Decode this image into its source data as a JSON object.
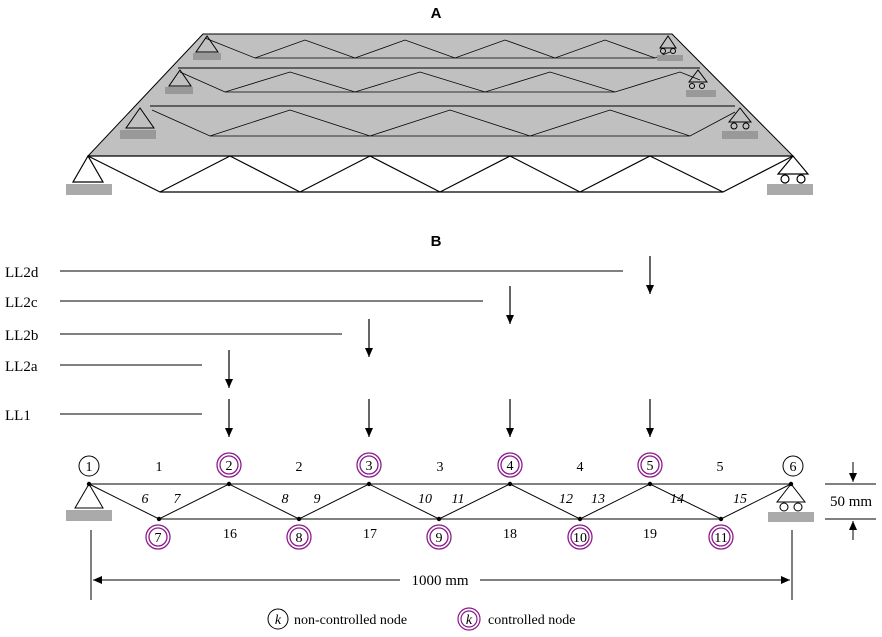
{
  "panels": {
    "a": "A",
    "b": "B"
  },
  "load_cases": [
    {
      "name": "LL2d",
      "nodes": [
        5
      ]
    },
    {
      "name": "LL2c",
      "nodes": [
        4
      ]
    },
    {
      "name": "LL2b",
      "nodes": [
        3
      ]
    },
    {
      "name": "LL2a",
      "nodes": [
        2
      ]
    },
    {
      "name": "LL1",
      "nodes": [
        2,
        3,
        4,
        5
      ]
    }
  ],
  "nodes": {
    "top": [
      {
        "id": "1",
        "controlled": false
      },
      {
        "id": "2",
        "controlled": true
      },
      {
        "id": "3",
        "controlled": true
      },
      {
        "id": "4",
        "controlled": true
      },
      {
        "id": "5",
        "controlled": true
      },
      {
        "id": "6",
        "controlled": false
      }
    ],
    "bottom": [
      {
        "id": "7",
        "controlled": true
      },
      {
        "id": "8",
        "controlled": true
      },
      {
        "id": "9",
        "controlled": true
      },
      {
        "id": "10",
        "controlled": true
      },
      {
        "id": "11",
        "controlled": true
      }
    ]
  },
  "members": {
    "top_chord": [
      "1",
      "2",
      "3",
      "4",
      "5"
    ],
    "diagonals": [
      "6",
      "7",
      "8",
      "9",
      "10",
      "11",
      "12",
      "13",
      "14",
      "15"
    ],
    "bottom_chord": [
      "16",
      "17",
      "18",
      "19"
    ]
  },
  "dimensions": {
    "span": "1000 mm",
    "depth": "50 mm"
  },
  "legend": {
    "symbol": "k",
    "non_controlled": "non-controlled node",
    "controlled": "controlled node"
  },
  "colors": {
    "controlled_ring": "#8b1a8b",
    "deck": "#c0c0c0",
    "support_base": "#aaaaaa"
  }
}
